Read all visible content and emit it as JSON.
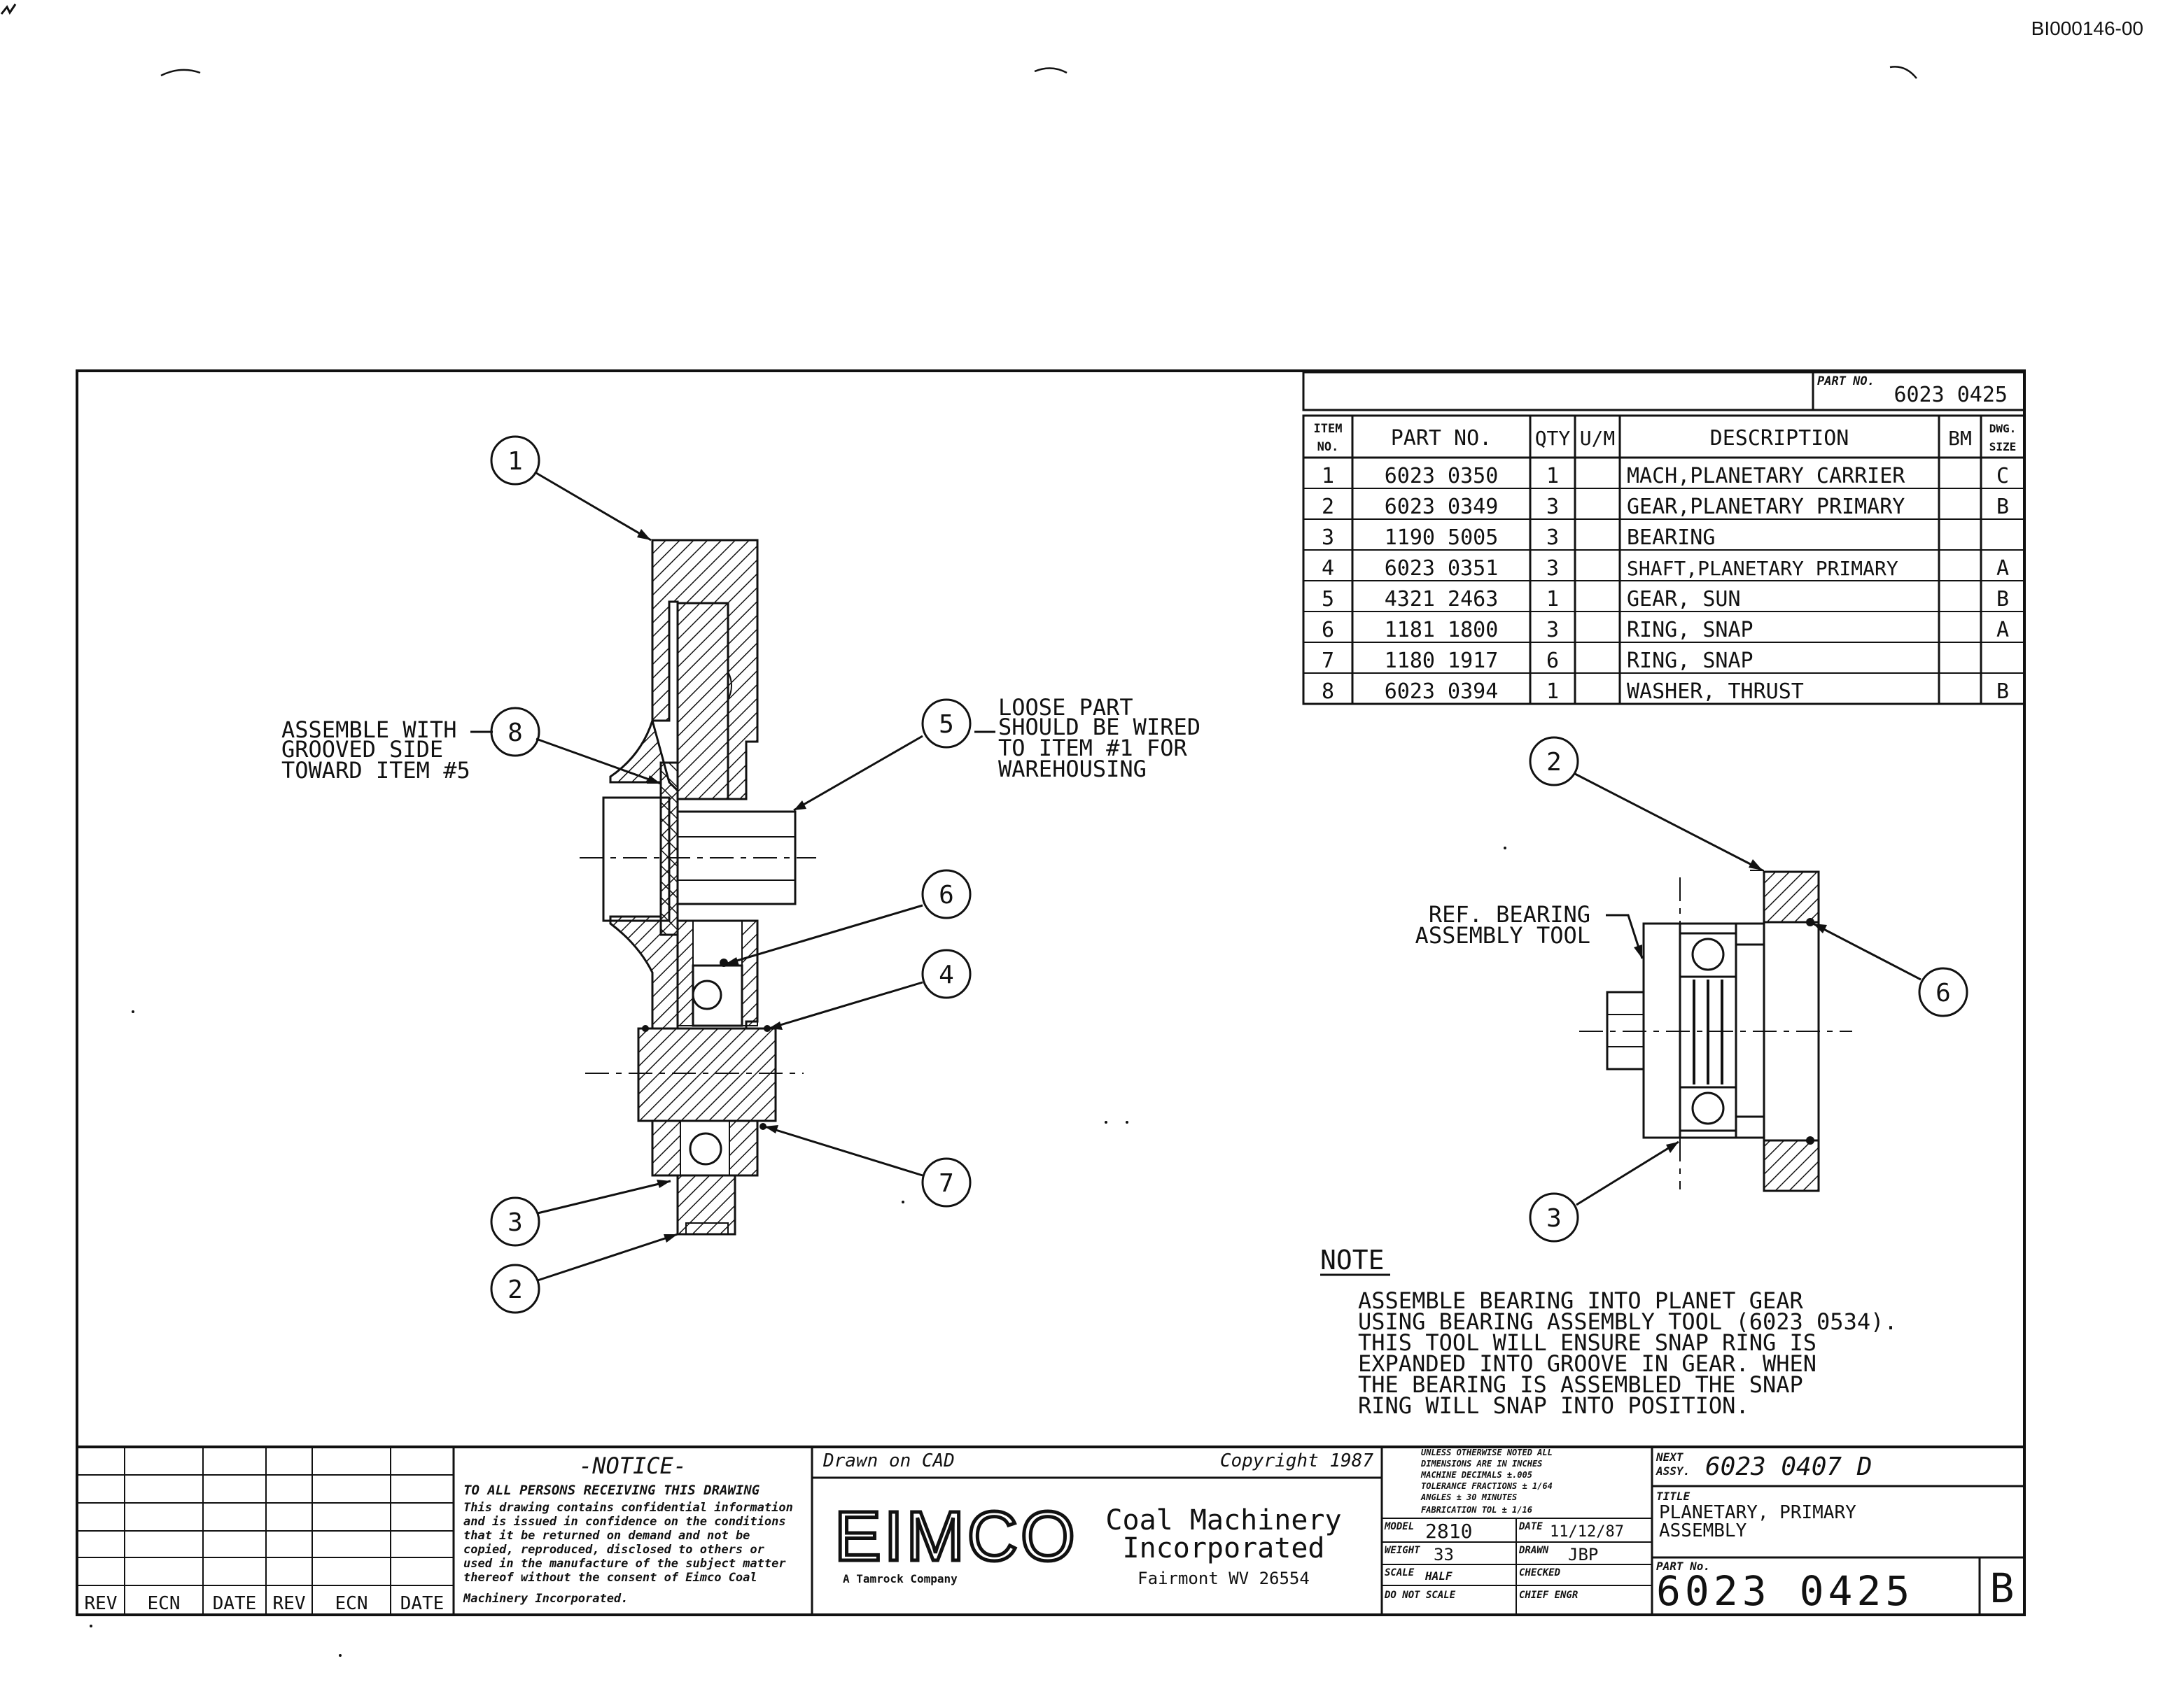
{
  "doc_id": "BI000146-00",
  "part_no_box": {
    "label": "PART NO.",
    "value": "6023 0425"
  },
  "bom": {
    "headers": {
      "item": [
        "ITEM",
        "NO."
      ],
      "part": "PART NO.",
      "qty": "QTY",
      "um": "U/M",
      "desc": "DESCRIPTION",
      "bm": "BM",
      "dwg": [
        "DWG.",
        "SIZE"
      ]
    },
    "rows": [
      {
        "item": "1",
        "part": "6023 0350",
        "qty": "1",
        "um": "",
        "desc": "MACH,PLANETARY CARRIER",
        "bm": "",
        "dwg": "C"
      },
      {
        "item": "2",
        "part": "6023 0349",
        "qty": "3",
        "um": "",
        "desc": "GEAR,PLANETARY PRIMARY",
        "bm": "",
        "dwg": "B"
      },
      {
        "item": "3",
        "part": "1190 5005",
        "qty": "3",
        "um": "",
        "desc": "BEARING",
        "bm": "",
        "dwg": ""
      },
      {
        "item": "4",
        "part": "6023 0351",
        "qty": "3",
        "um": "",
        "desc": "SHAFT,PLANETARY PRIMARY",
        "bm": "",
        "dwg": "A"
      },
      {
        "item": "5",
        "part": "4321 2463",
        "qty": "1",
        "um": "",
        "desc": "GEAR, SUN",
        "bm": "",
        "dwg": "B"
      },
      {
        "item": "6",
        "part": "1181 1800",
        "qty": "3",
        "um": "",
        "desc": "RING, SNAP",
        "bm": "",
        "dwg": "A"
      },
      {
        "item": "7",
        "part": "1180 1917",
        "qty": "6",
        "um": "",
        "desc": "RING, SNAP",
        "bm": "",
        "dwg": ""
      },
      {
        "item": "8",
        "part": "6023 0394",
        "qty": "1",
        "um": "",
        "desc": "WASHER, THRUST",
        "bm": "",
        "dwg": "B"
      }
    ]
  },
  "balloons": {
    "b1": "1",
    "b8": "8",
    "b5": "5",
    "b6": "6",
    "b4": "4",
    "b7": "7",
    "b3": "3",
    "b2": "2",
    "r2": "2",
    "r6": "6",
    "r3": "3"
  },
  "callouts": {
    "assemble": [
      "ASSEMBLE WITH",
      "GROOVED SIDE",
      "TOWARD ITEM #5"
    ],
    "loose": [
      "LOOSE PART",
      "SHOULD BE WIRED",
      "TO ITEM #1 FOR",
      "WAREHOUSING"
    ],
    "ref_tool": [
      "REF. BEARING",
      "ASSEMBLY TOOL"
    ]
  },
  "note": {
    "title": "NOTE",
    "lines": [
      "ASSEMBLE BEARING INTO PLANET GEAR",
      "USING BEARING ASSEMBLY TOOL (6023 0534).",
      "THIS TOOL WILL ENSURE SNAP RING IS",
      "EXPANDED INTO GROOVE IN GEAR. WHEN",
      "THE BEARING IS ASSEMBLED THE SNAP",
      "RING WILL SNAP INTO POSITION."
    ]
  },
  "title_block": {
    "rev_headers": [
      "REV",
      "ECN",
      "DATE",
      "REV",
      "ECN",
      "DATE"
    ],
    "notice_title": "-NOTICE-",
    "notice_sub": "TO ALL PERSONS RECEIVING THIS DRAWING",
    "notice_lines": [
      "This drawing contains confidential information",
      "and is issued in confidence on the conditions",
      "that it be returned on demand and not be",
      "copied, reproduced, disclosed to others or",
      "used in the manufacture of the subject matter",
      "thereof without the consent of Eimco Coal",
      "Machinery Incorporated."
    ],
    "drawn_on": "Drawn on CAD",
    "copyright": "Copyright 1987",
    "logo": "EIMCO",
    "company_sub": "A Tamrock Company",
    "company_name": [
      "Coal Machinery",
      "Incorporated"
    ],
    "city": "Fairmont WV 26554",
    "tolerance_lines": [
      "UNLESS OTHERWISE NOTED ALL",
      "DIMENSIONS ARE IN INCHES",
      "MACHINE    DECIMALS ±.005",
      "TOLERANCE  FRACTIONS ± 1/64",
      "           ANGLES ± 30 MINUTES",
      "FABRICATION TOL ± 1/16"
    ],
    "model_label": "MODEL",
    "model": "2810",
    "date_label": "DATE",
    "date": "11/12/87",
    "weight_label": "WEIGHT",
    "weight": "33",
    "drawn_label": "DRAWN",
    "drawn": "JBP",
    "scale_label": "SCALE",
    "scale": "HALF",
    "checked_label": "CHECKED",
    "dns": "DO NOT SCALE",
    "chief_label": "CHIEF ENGR",
    "next_label": [
      "NEXT",
      "ASSY."
    ],
    "next_assy": "6023 0407 D",
    "title_label": "TITLE",
    "title_lines": [
      "PLANETARY, PRIMARY",
      "ASSEMBLY"
    ],
    "partno_label": "PART No.",
    "part_no": "6023 0425",
    "size": "B"
  }
}
